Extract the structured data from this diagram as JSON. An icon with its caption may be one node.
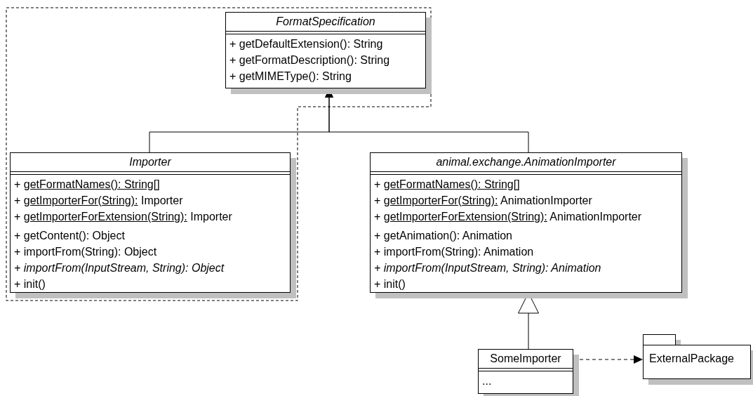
{
  "diagram": {
    "nodes": [
      {
        "text": [
          "FormatSpecification",
          "+ getDefaultExtension(): String",
          "+ getFormatDescription(): String",
          "+ getMIMEType(): String"
        ]
      },
      {
        "text": [
          "Importer",
          "+ getFormatNames(): String[]",
          "+ getImporterFor(String): Importer",
          "+ getImporterForExtension(String): Importer",
          "+ getContent(): Object",
          "+ importFrom(String): Object",
          "+ importFrom(InputStream, String): Object",
          "+ init()"
        ]
      },
      {
        "text": [
          "animal.exchange.AnimationImporter",
          "+ getFormatNames(): String[]",
          "+ getImporterFor(String): AnimationImporter",
          "+ getImporterForExtension(String): AnimationImporter",
          "+ getAnimation(): Animation",
          "+ importFrom(String): Animation",
          "+ importFrom(InputStream, String): Animation",
          "+ init()"
        ]
      },
      {
        "text": [
          "SomeImporter",
          "..."
        ]
      },
      {
        "text": [
          "ExternalPackage"
        ]
      }
    ],
    "edges": [
      {
        "from": 1,
        "to": 0,
        "arrow": "to"
      },
      {
        "from": 2,
        "to": 0,
        "arrow": "to"
      },
      {
        "from": 3,
        "to": 2,
        "arrow": "to"
      },
      {
        "from": 3,
        "to": 4,
        "arrow": "to",
        "style": "dashed"
      }
    ]
  }
}
